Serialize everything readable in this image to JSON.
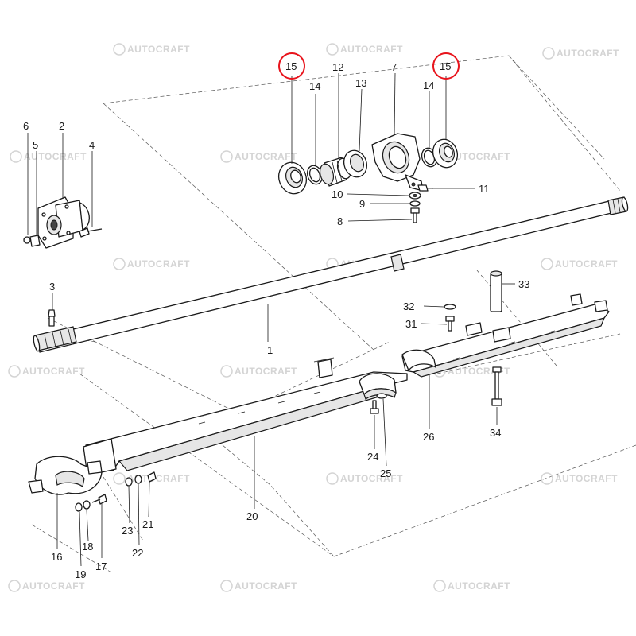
{
  "watermark": {
    "text": "AUTOCRAFT"
  },
  "highlight_color": "#e8141c",
  "labels": {
    "l1": "1",
    "l2": "2",
    "l3": "3",
    "l4": "4",
    "l5": "5",
    "l6": "6",
    "l7": "7",
    "l8": "8",
    "l9": "9",
    "l10": "10",
    "l11": "11",
    "l12": "12",
    "l13": "13",
    "l14a": "14",
    "l14b": "14",
    "l15a": "15",
    "l15b": "15",
    "l16": "16",
    "l17": "17",
    "l18": "18",
    "l19": "19",
    "l20": "20",
    "l21": "21",
    "l22": "22",
    "l23": "23",
    "l24": "24",
    "l25": "25",
    "l26": "26",
    "l31": "31",
    "l32": "32",
    "l33": "33",
    "l34": "34"
  }
}
